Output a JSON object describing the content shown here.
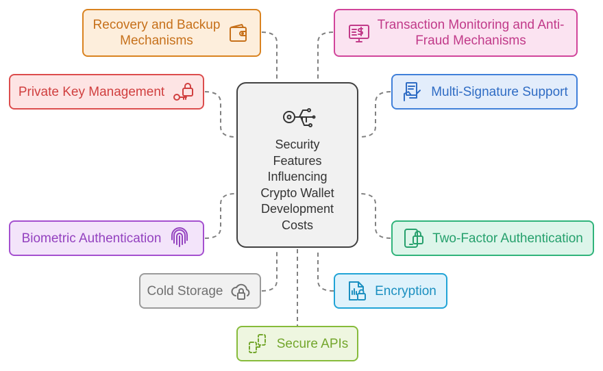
{
  "diagram": {
    "center": {
      "title": "Security\nFeatures\nInfluencing\nCrypto Wallet\nDevelopment\nCosts",
      "icon": "key-circuit-icon"
    },
    "features": [
      {
        "id": "recovery",
        "label": "Recovery and Backup\nMechanisms",
        "icon": "wallet-icon",
        "border": "#d9821f",
        "fill": "#fdeedc",
        "text": "#c6701a"
      },
      {
        "id": "transaction-monitoring",
        "label": "Transaction Monitoring and Anti-\nFraud Mechanisms",
        "icon": "monitor-dollar-icon",
        "border": "#d1449a",
        "fill": "#fbe3f1",
        "text": "#c13a89"
      },
      {
        "id": "private-key",
        "label": "Private Key Management",
        "icon": "key-lock-icon",
        "border": "#dc4c4c",
        "fill": "#fde4e4",
        "text": "#d03f3f"
      },
      {
        "id": "multi-signature",
        "label": "Multi-Signature Support",
        "icon": "signing-hand-icon",
        "border": "#3f7fd9",
        "fill": "#e3edfb",
        "text": "#2f6cc4"
      },
      {
        "id": "biometric",
        "label": "Biometric Authentication",
        "icon": "fingerprint-icon",
        "border": "#a44fcf",
        "fill": "#f3e4fa",
        "text": "#9341bf"
      },
      {
        "id": "two-factor",
        "label": "Two-Factor Authentication",
        "icon": "phone-lock-icon",
        "border": "#2fb37a",
        "fill": "#ddf5ea",
        "text": "#25a06c"
      },
      {
        "id": "cold-storage",
        "label": "Cold Storage",
        "icon": "cloud-lock-icon",
        "border": "#9a9a9a",
        "fill": "#f1f1f1",
        "text": "#707070"
      },
      {
        "id": "encryption",
        "label": "Encryption",
        "icon": "file-lock-icon",
        "border": "#1fa3d6",
        "fill": "#dff2fb",
        "text": "#1a8fc0"
      },
      {
        "id": "secure-apis",
        "label": "Secure APIs",
        "icon": "api-lock-icon",
        "border": "#86bb3a",
        "fill": "#eef6e0",
        "text": "#73a62c"
      }
    ]
  }
}
